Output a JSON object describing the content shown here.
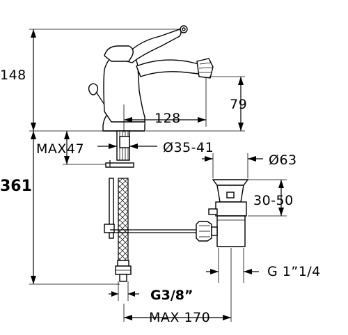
{
  "dimensions": {
    "height_top": "148",
    "height_total": "361",
    "reach": "128",
    "spout_height": "79",
    "max_deck": "MAX47",
    "hole_diameter": "Ø35-41",
    "waste_diameter": "Ø63",
    "waste_range": "30-50",
    "waste_thread": "G 1”1/4",
    "hose_thread": "G3/8”",
    "max_hose": "MAX 170"
  }
}
